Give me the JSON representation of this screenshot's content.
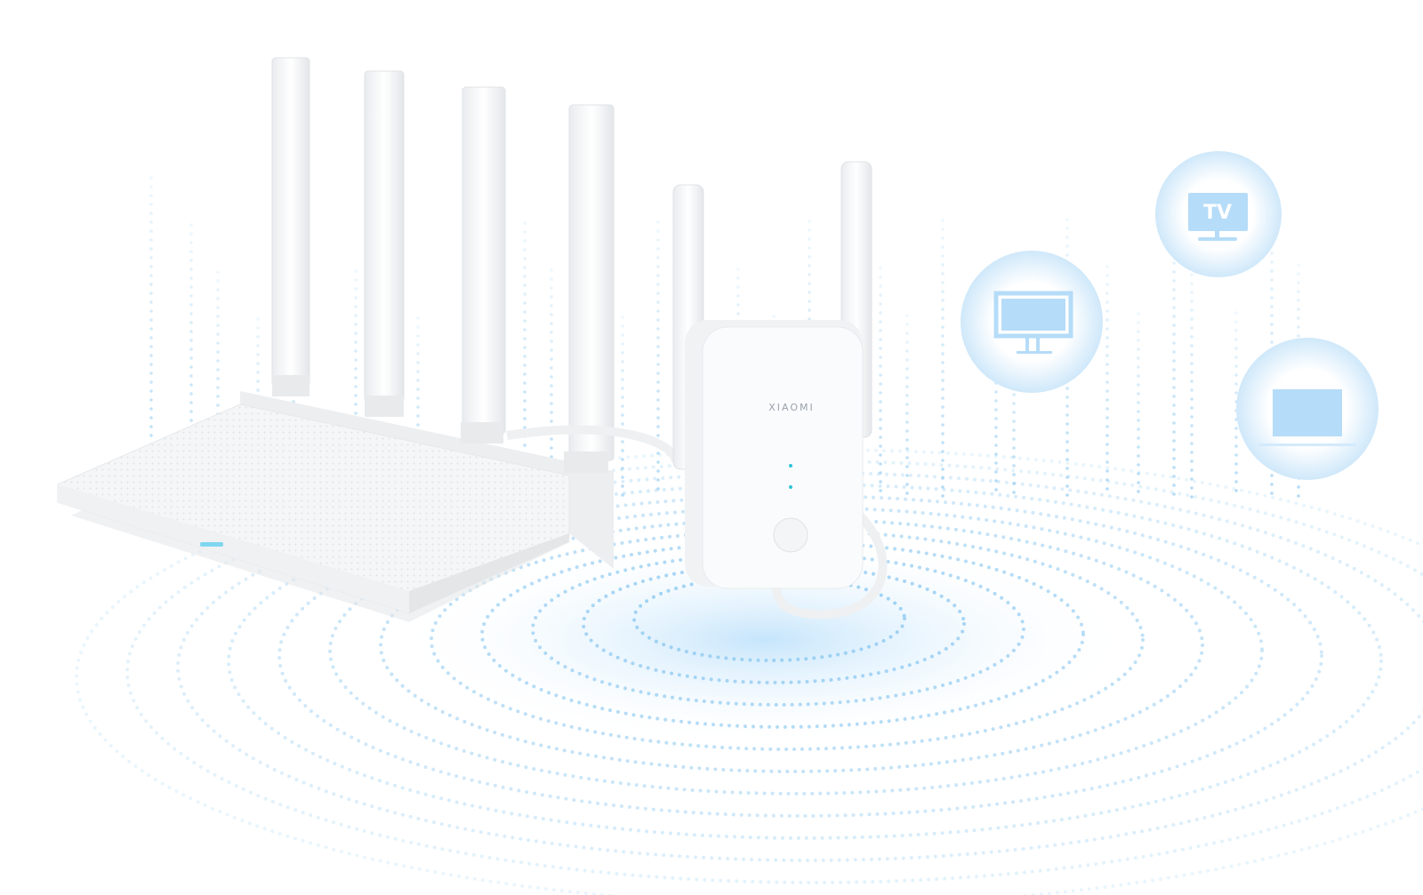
{
  "scene": {
    "extender_logo": "XIAOMI",
    "devices": [
      {
        "name": "monitor",
        "icon": "monitor-icon"
      },
      {
        "name": "tv",
        "icon": "tv-icon",
        "label": "TV"
      },
      {
        "name": "laptop",
        "icon": "laptop-icon"
      }
    ]
  },
  "colors": {
    "signal_blue": "#8cc8f0",
    "icon_blue": "#b5dcf8",
    "bubble_edge": "#d6ecfb",
    "device_white": "#f7f8f9",
    "led_cyan": "#2ec4d6"
  }
}
